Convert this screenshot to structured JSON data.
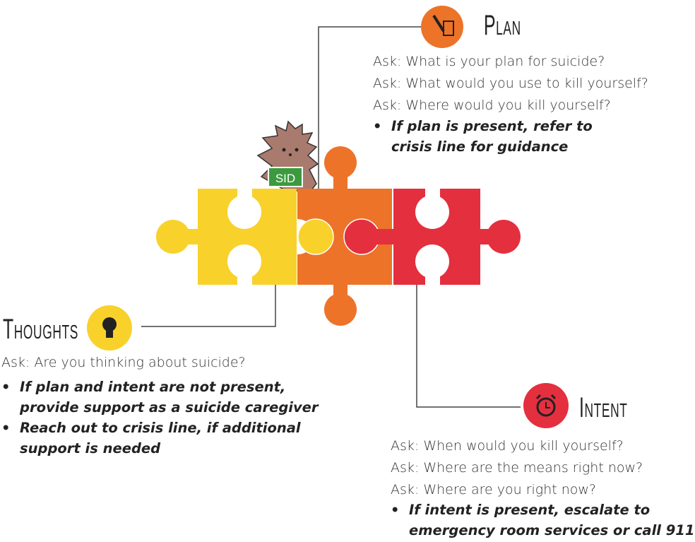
{
  "plan": {
    "title": "Plan",
    "icon": "hand-writing-icon",
    "color": "#ED7329",
    "questions": [
      "Ask: What is your plan for suicide?",
      "Ask: What would you use to kill yourself?",
      "Ask: Where would you kill yourself?"
    ],
    "bullets": [
      "If plan is present, refer to crisis line for guidance"
    ]
  },
  "thoughts": {
    "title": "Thoughts",
    "icon": "lightbulb-icon",
    "color": "#F9D12B",
    "questions": [
      "Ask: Are you thinking about suicide?"
    ],
    "bullets": [
      "If plan and intent are not present, provide support as a suicide caregiver",
      "Reach out to crisis line, if additional support is needed"
    ]
  },
  "intent": {
    "title": "Intent",
    "icon": "alarm-clock-icon",
    "color": "#E42F3F",
    "questions": [
      "Ask: When would you kill yourself?",
      "Ask: Where are the means right now?",
      "Ask: Where are you right now?"
    ],
    "bullets": [
      "If intent is present, escalate to emergency room services or call 911"
    ]
  },
  "mascot": {
    "sign": "SID"
  }
}
